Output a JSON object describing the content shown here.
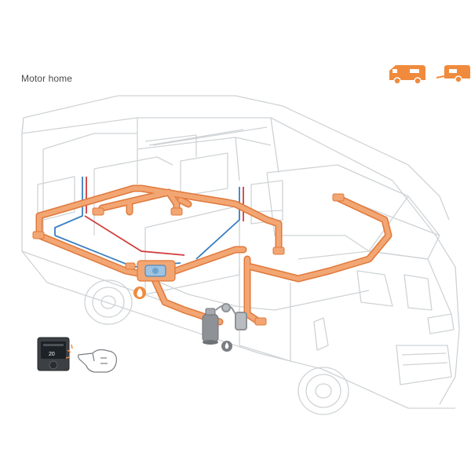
{
  "header": {
    "title": "Motor home"
  },
  "vehicle_selector": {
    "options": [
      {
        "name": "motorhome",
        "icon": "motorhome-icon",
        "selected": true
      },
      {
        "name": "caravan",
        "icon": "caravan-icon",
        "selected": false
      }
    ]
  },
  "control_panel": {
    "display_value": "20"
  },
  "colors": {
    "accent": "#f08a3c",
    "duct": "#f2a673",
    "duct_edge": "#e0783a",
    "outline": "#cfd3d6",
    "water_blue": "#3a7fc1",
    "water_red": "#d23b3b"
  }
}
